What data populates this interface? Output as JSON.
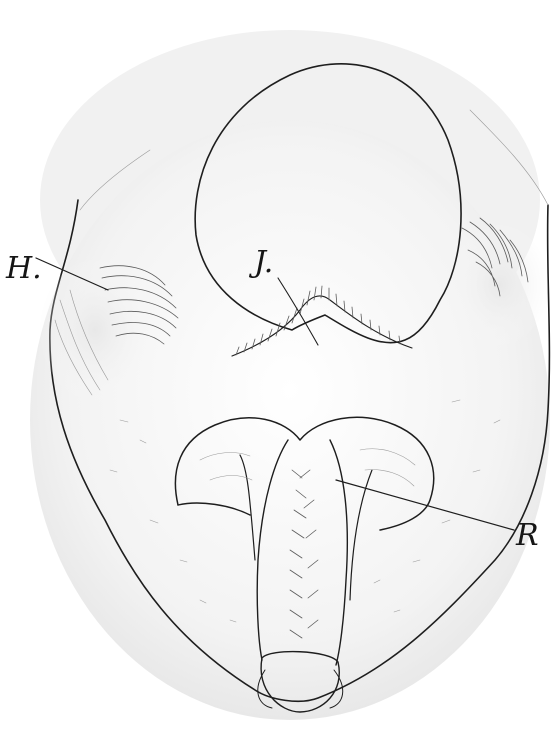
{
  "figure": {
    "labels": {
      "H": "H.",
      "J": "J.",
      "R": "R"
    }
  }
}
